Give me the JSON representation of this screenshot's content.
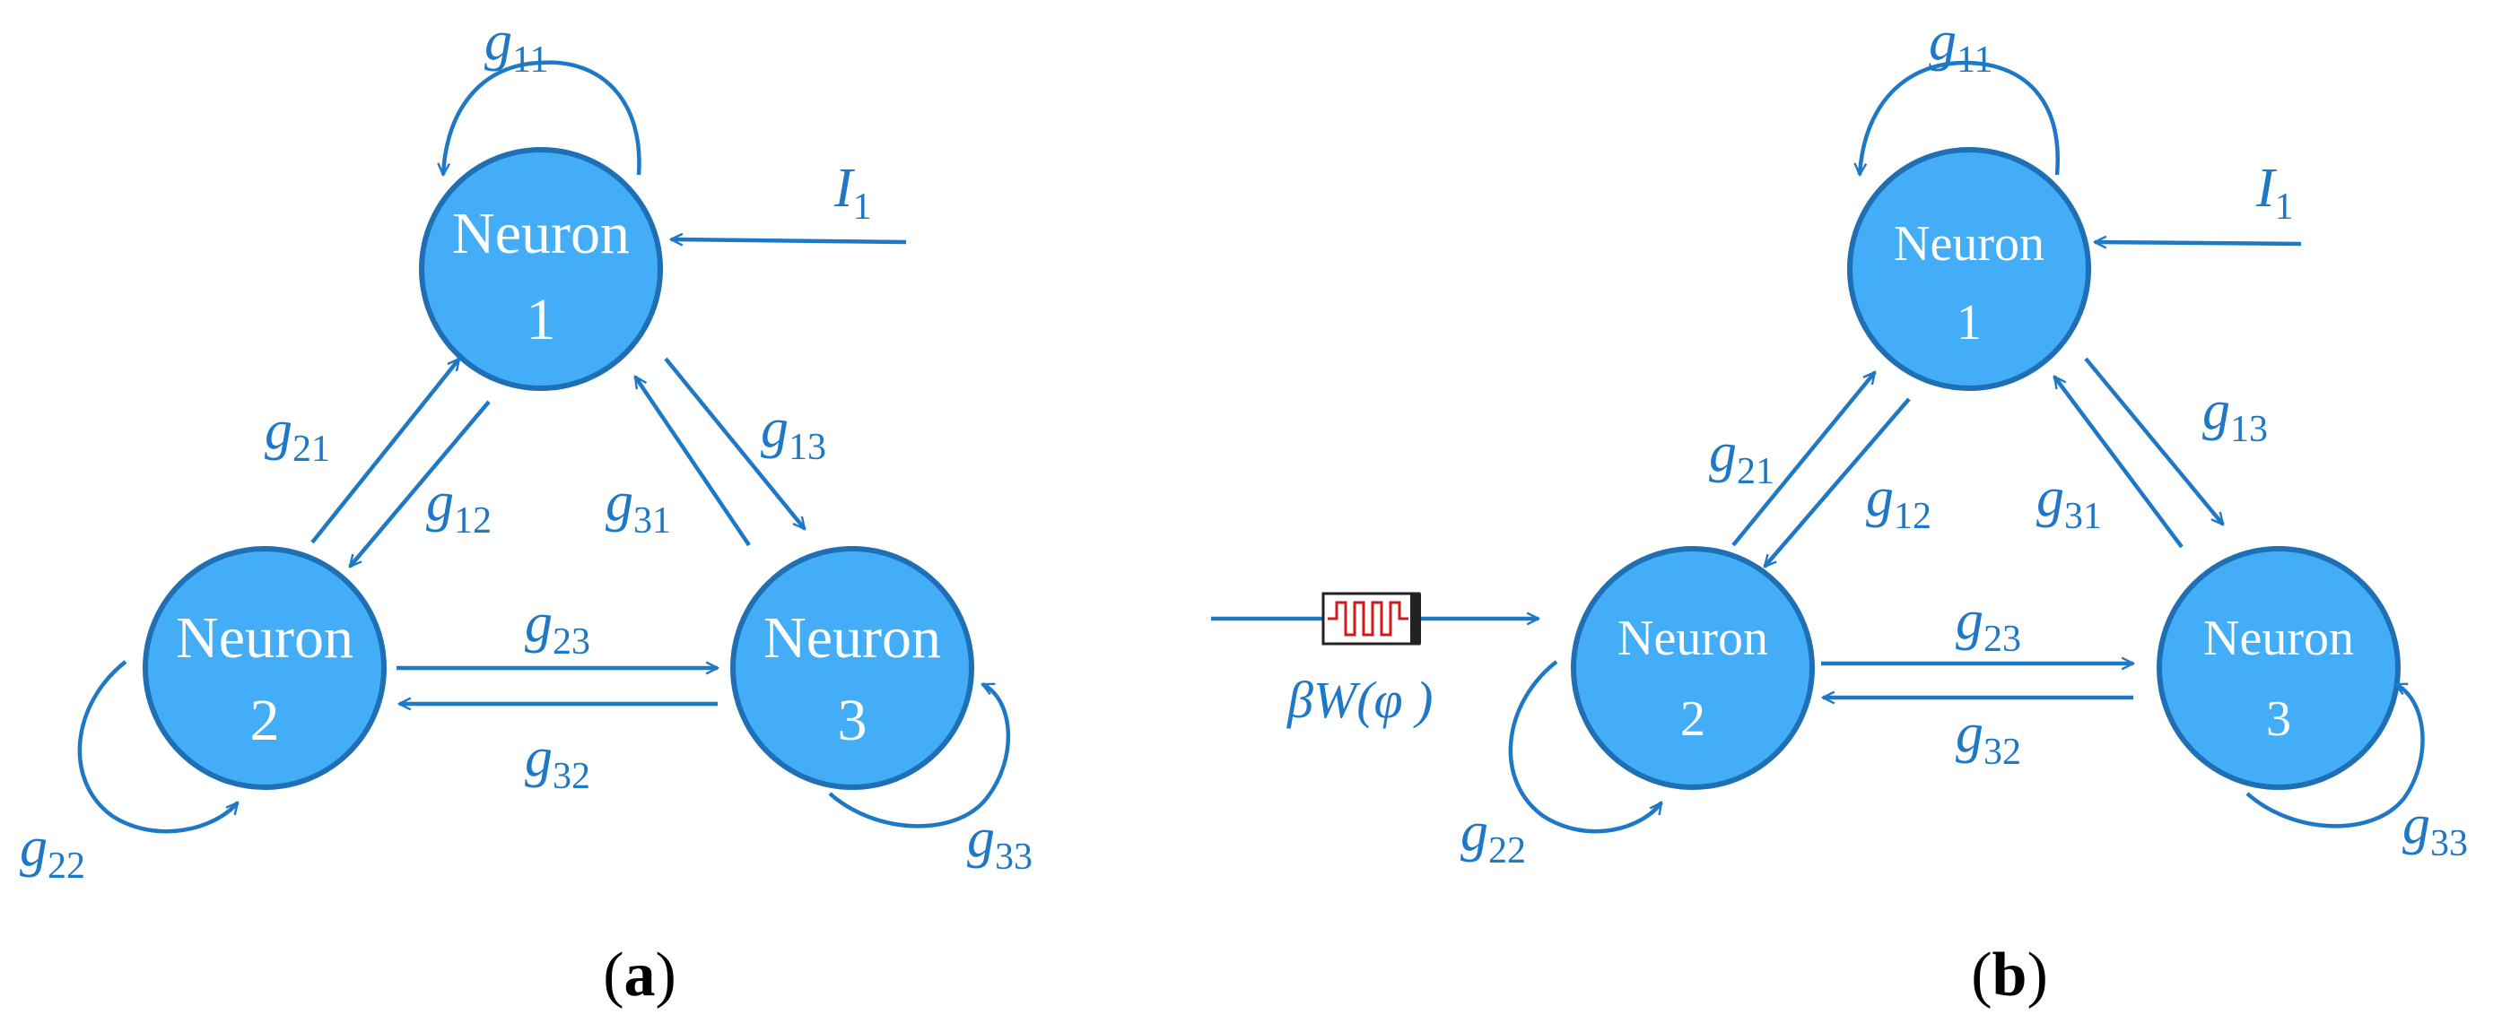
{
  "panels": [
    {
      "label": "a",
      "nodes": [
        {
          "line1": "Neuron",
          "line2": "1"
        },
        {
          "line1": "Neuron",
          "line2": "2"
        },
        {
          "line1": "Neuron",
          "line2": "3"
        }
      ],
      "input_label": {
        "main": "I",
        "sub": "1"
      },
      "edges": [
        {
          "main": "g",
          "sub": "11"
        },
        {
          "main": "g",
          "sub": "21"
        },
        {
          "main": "g",
          "sub": "12"
        },
        {
          "main": "g",
          "sub": "13"
        },
        {
          "main": "g",
          "sub": "31"
        },
        {
          "main": "g",
          "sub": "23"
        },
        {
          "main": "g",
          "sub": "32"
        },
        {
          "main": "g",
          "sub": "22"
        },
        {
          "main": "g",
          "sub": "33"
        }
      ]
    },
    {
      "label": "b",
      "nodes": [
        {
          "line1": "Neuron",
          "line2": "1"
        },
        {
          "line1": "Neuron",
          "line2": "2"
        },
        {
          "line1": "Neuron",
          "line2": "3"
        }
      ],
      "input_label": {
        "main": "I",
        "sub": "1"
      },
      "noise_label": "βW(φ )",
      "edges": [
        {
          "main": "g",
          "sub": "11"
        },
        {
          "main": "g",
          "sub": "21"
        },
        {
          "main": "g",
          "sub": "12"
        },
        {
          "main": "g",
          "sub": "13"
        },
        {
          "main": "g",
          "sub": "31"
        },
        {
          "main": "g",
          "sub": "23"
        },
        {
          "main": "g",
          "sub": "32"
        },
        {
          "main": "g",
          "sub": "22"
        },
        {
          "main": "g",
          "sub": "33"
        }
      ]
    }
  ],
  "colors": {
    "node_fill": "#44adf7",
    "node_stroke": "#1e6fb3",
    "edge": "#1f78c6",
    "noise_wave": "#d11a1a"
  }
}
